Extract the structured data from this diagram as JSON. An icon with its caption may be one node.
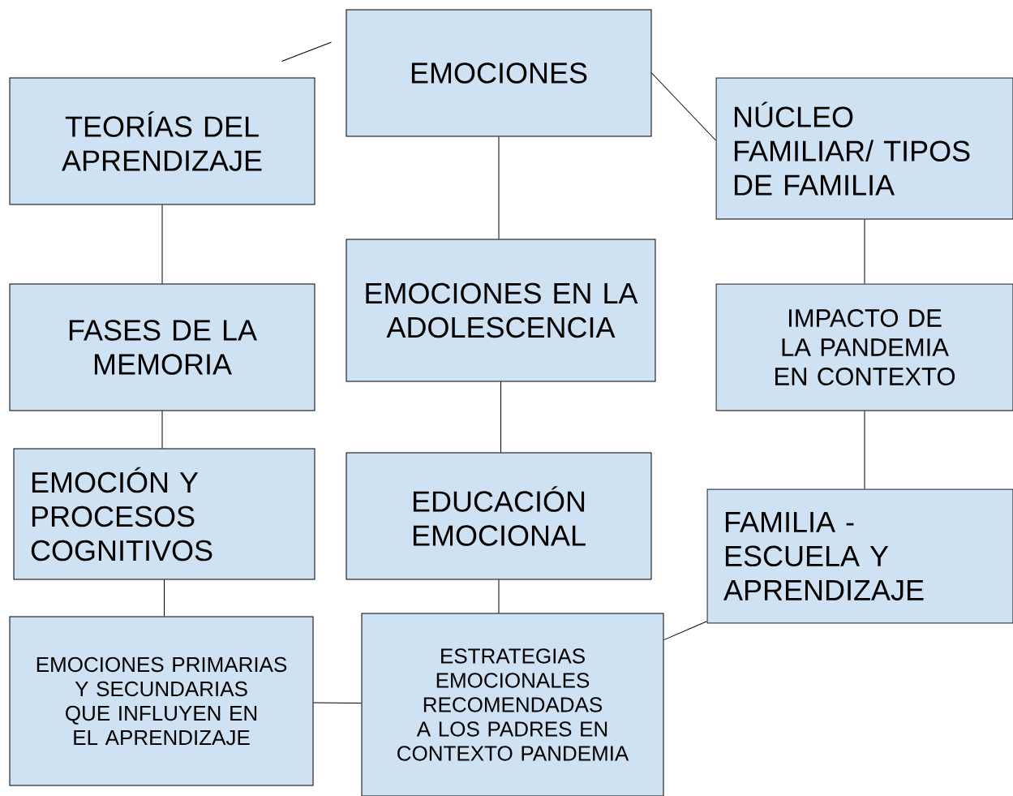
{
  "diagram": {
    "nodes": [
      {
        "text": [
          "EMOCIONES"
        ]
      },
      {
        "text": [
          "TEORÍAS DEL APRENDIZAJE"
        ]
      },
      {
        "text": [
          "NÚCLEO FAMILIAR/ TIPOS DE FAMILIA"
        ]
      },
      {
        "text": [
          "FASES DE LA MEMORIA"
        ]
      },
      {
        "text": [
          "EMOCIONES EN LA ADOLESCENCIA"
        ]
      },
      {
        "text": [
          "IMPACTO DE LA PANDEMIA EN CONTEXTO"
        ]
      },
      {
        "text": [
          "EMOCIÓN Y PROCESOS COGNITIVOS"
        ]
      },
      {
        "text": [
          "EDUCACIÓN EMOCIONAL"
        ]
      },
      {
        "text": [
          "FAMILIA - ESCUELA Y APRENDIZAJE"
        ]
      },
      {
        "text": [
          "EMOCIONES PRIMARIAS Y SECUNDARIAS QUE INFLUYEN EN EL APRENDIZAJE"
        ]
      },
      {
        "text": [
          "ESTRATEGIAS EMOCIONALES RECOMENDADAS A LOS PADRES EN CONTEXTO PANDEMIA"
        ]
      }
    ],
    "edges": [
      {
        "from": 1,
        "to": 0,
        "arrow": "none"
      },
      {
        "from": 0,
        "to": 2,
        "arrow": "none"
      },
      {
        "from": 0,
        "to": 4,
        "arrow": "none"
      },
      {
        "from": 1,
        "to": 3,
        "arrow": "none"
      },
      {
        "from": 2,
        "to": 5,
        "arrow": "none"
      },
      {
        "from": 3,
        "to": 6,
        "arrow": "none"
      },
      {
        "from": 4,
        "to": 7,
        "arrow": "none"
      },
      {
        "from": 5,
        "to": 8,
        "arrow": "none"
      },
      {
        "from": 6,
        "to": 9,
        "arrow": "none"
      },
      {
        "from": 7,
        "to": 10,
        "arrow": "none"
      },
      {
        "from": 9,
        "to": 10,
        "arrow": "none"
      },
      {
        "from": 10,
        "to": 8,
        "arrow": "none"
      }
    ]
  }
}
